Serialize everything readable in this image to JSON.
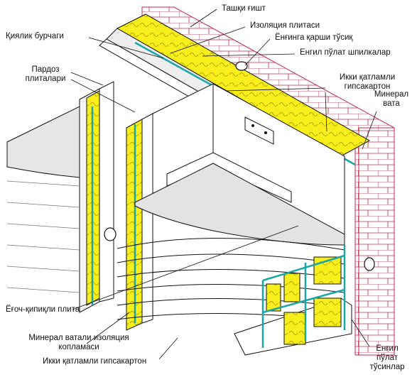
{
  "labels": {
    "brick_outer": "Ташқи ғишт",
    "slab_insulation": "Изоляция плитаси",
    "fire_barrier": "Ёнғинга қарши тўсиқ",
    "corner_beam": "Қиялик бурчаги",
    "light_steel_studs": "Енгил пўлат шпилкалар",
    "finish_panels_1": "Пардоз",
    "finish_panels_2": "плиталари",
    "double_gypsum_top_1": "Икки қатламли",
    "double_gypsum_top_2": "гипсакартон",
    "mineral_wool_1": "Минерал",
    "mineral_wool_2": "вата",
    "osb_plate": "Ёғоч-қипиқли плита",
    "mineral_blanket_1": "Минерал ватали изоляция",
    "mineral_blanket_2": "копламаси",
    "double_gypsum_bottom": "Икки қатламли гипсакартон",
    "steel_joists_1": "Енгил",
    "steel_joists_2": "пўлат",
    "steel_joists_3": "тўсинлар"
  },
  "colors": {
    "brick_fill": "#ffffff",
    "brick_line": "#c02a4a",
    "insulation": "#f7ee1c",
    "steel": "#1aa6a6",
    "gypsum": "#d9d9d9",
    "line": "#111111"
  }
}
